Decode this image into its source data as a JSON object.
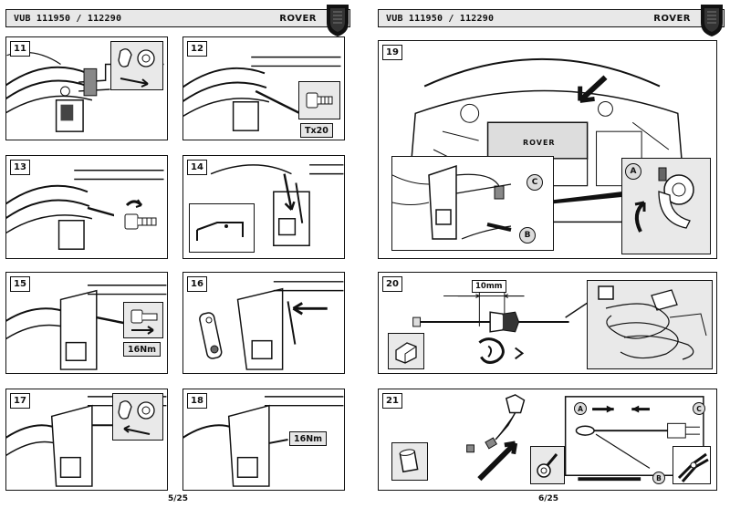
{
  "left_page": {
    "header": {
      "model_code": "VUB 111950 / 112290",
      "brand": "ROVER"
    },
    "steps": [
      {
        "number": "11",
        "tag": ""
      },
      {
        "number": "12",
        "tag": "Tx20"
      },
      {
        "number": "13",
        "tag": ""
      },
      {
        "number": "14",
        "tag": ""
      },
      {
        "number": "15",
        "tag": "16Nm"
      },
      {
        "number": "16",
        "tag": ""
      },
      {
        "number": "17",
        "tag": ""
      },
      {
        "number": "18",
        "tag": "16Nm"
      }
    ],
    "footer": "5/25"
  },
  "right_page": {
    "header": {
      "model_code": "VUB 111950 / 112290",
      "brand": "ROVER"
    },
    "step19": {
      "number": "19",
      "label_a": "A",
      "label_b": "B",
      "label_c": "C",
      "engine_text": "ROVER"
    },
    "step20": {
      "number": "20",
      "dimension": "10mm"
    },
    "step21": {
      "number": "21",
      "label_a": "A",
      "label_b": "B",
      "label_c": "C"
    },
    "footer": "6/25"
  },
  "colors": {
    "line": "#111111",
    "inset_fill": "#e9e9e9",
    "tag_fill": "#e6e6e6"
  }
}
